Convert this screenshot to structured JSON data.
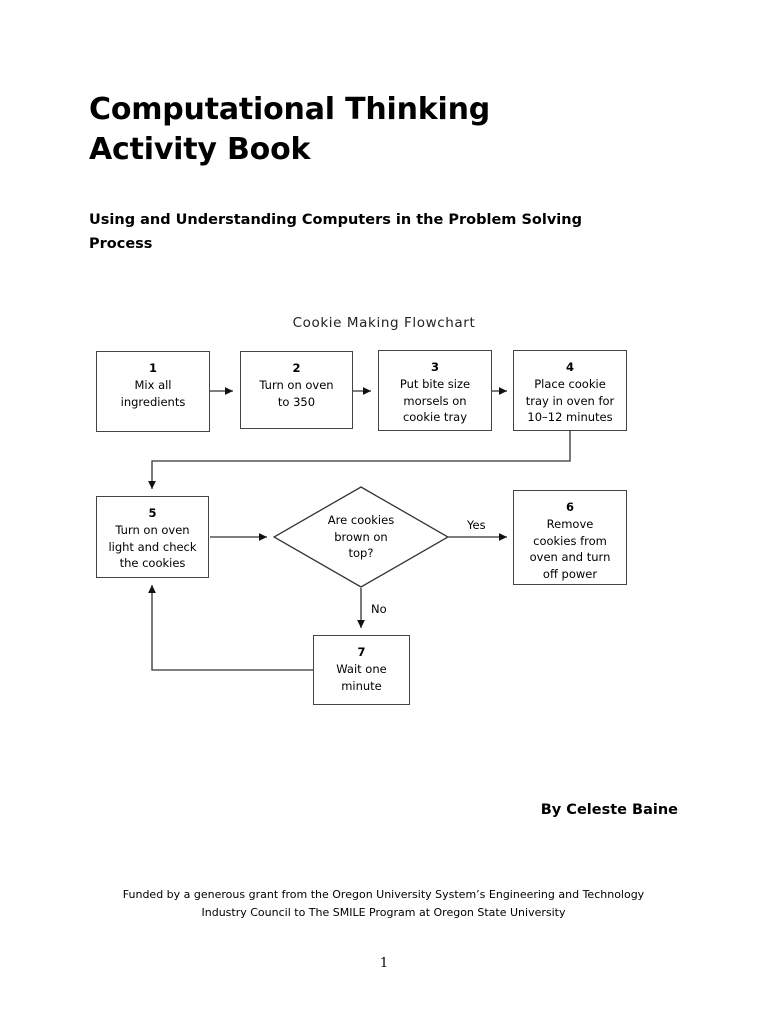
{
  "document": {
    "title_line1": "Computational Thinking",
    "title_line2": "Activity Book",
    "subtitle": "Using and Understanding Computers in the Problem Solving Process",
    "byline": "By Celeste Baine",
    "grant_line1": "Funded by a generous grant from the Oregon University System’s Engineering and Technology",
    "grant_line2": "Industry Council to The SMILE Program at Oregon State University",
    "page_number": "1"
  },
  "flowchart": {
    "title": "Cookie Making Flowchart",
    "nodes": [
      {
        "id": "1",
        "number": "1",
        "text": "Mix all\ningredients"
      },
      {
        "id": "2",
        "number": "2",
        "text": "Turn on oven\nto 350"
      },
      {
        "id": "3",
        "number": "3",
        "text": "Put bite size\nmorsels on\ncookie tray"
      },
      {
        "id": "4",
        "number": "4",
        "text": "Place cookie\ntray in oven for\n10–12 minutes"
      },
      {
        "id": "5",
        "number": "5",
        "text": "Turn on oven\nlight and check\nthe cookies"
      },
      {
        "id": "6",
        "number": "6",
        "text": "Remove\ncookies from\noven and turn\noff power"
      },
      {
        "id": "7",
        "number": "7",
        "text": "Wait one\nminute"
      }
    ],
    "decision": {
      "text": "Are cookies\nbrown on\ntop?"
    },
    "edge_labels": {
      "yes": "Yes",
      "no": "No"
    },
    "colors": {
      "stroke": "#444444",
      "background": "#ffffff",
      "text": "#000000"
    }
  }
}
